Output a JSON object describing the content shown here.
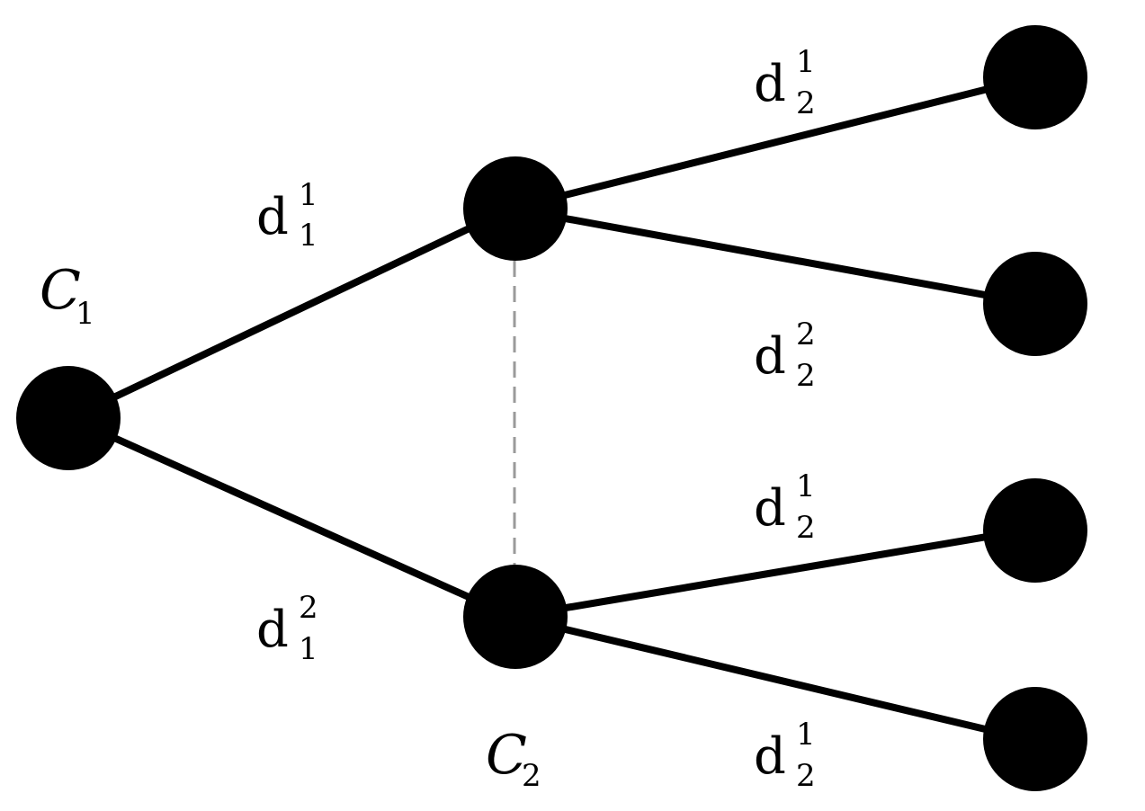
{
  "diagram": {
    "root_label": {
      "text": "C",
      "subscript": "1"
    },
    "second_label": {
      "text": "C",
      "subscript": "2"
    },
    "edges": [
      {
        "id": "root-to-c2top",
        "base": "d",
        "sup": "1",
        "sub": "1"
      },
      {
        "id": "root-to-c2bottom",
        "base": "d",
        "sup": "2",
        "sub": "1"
      },
      {
        "id": "top-to-leaf1",
        "base": "d",
        "sup": "1",
        "sub": "2"
      },
      {
        "id": "top-to-leaf2",
        "base": "d",
        "sup": "2",
        "sub": "2"
      },
      {
        "id": "bottom-to-leaf3",
        "base": "d",
        "sup": "1",
        "sub": "2"
      },
      {
        "id": "bottom-to-leaf4",
        "base": "d",
        "sup": "1",
        "sub": "2"
      }
    ],
    "colors": {
      "edge": "#000000",
      "node": "#000000",
      "dashed": "#9a9a9a"
    }
  }
}
